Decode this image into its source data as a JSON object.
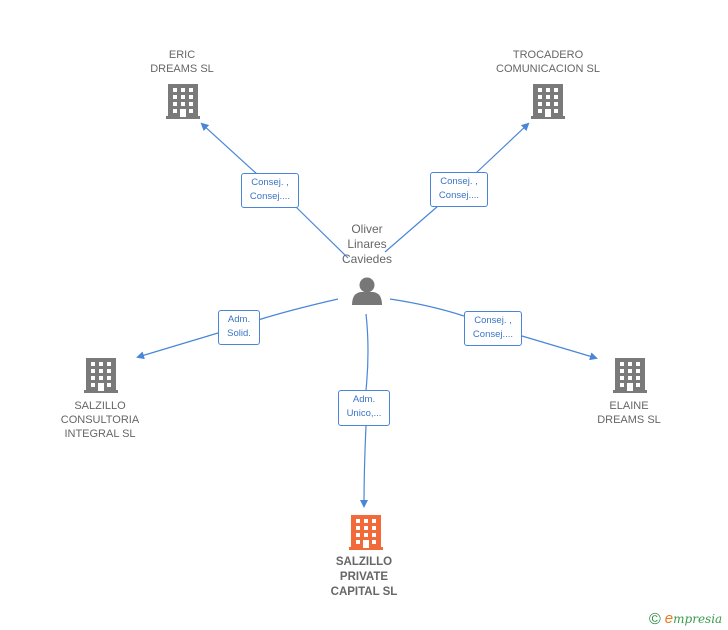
{
  "person": {
    "name_lines": [
      "Oliver",
      "Linares",
      "Caviedes"
    ]
  },
  "companies": [
    {
      "id": "eric",
      "lines": [
        "ERIC",
        "DREAMS  SL"
      ]
    },
    {
      "id": "trocadero",
      "lines": [
        "TROCADERO",
        "COMUNICACION SL"
      ]
    },
    {
      "id": "consultoria",
      "lines": [
        "SALZILLO",
        "CONSULTORIA",
        "INTEGRAL SL"
      ]
    },
    {
      "id": "elaine",
      "lines": [
        "ELAINE",
        "DREAMS  SL"
      ]
    },
    {
      "id": "private",
      "lines": [
        "SALZILLO",
        "PRIVATE",
        "CAPITAL  SL"
      ]
    }
  ],
  "edges": [
    {
      "to": "eric",
      "lines": [
        "Consej. ,",
        "Consej...."
      ]
    },
    {
      "to": "trocadero",
      "lines": [
        "Consej. ,",
        "Consej...."
      ]
    },
    {
      "to": "consultoria",
      "lines": [
        "Adm.",
        "Solid."
      ]
    },
    {
      "to": "elaine",
      "lines": [
        "Consej. ,",
        "Consej...."
      ]
    },
    {
      "to": "private",
      "lines": [
        "Adm.",
        "Unico,..."
      ]
    }
  ],
  "colors": {
    "edge": "#4a86d8",
    "building": "#7a7a7a",
    "building_target": "#f26a3a",
    "person": "#777777"
  },
  "icons": {
    "company": "building-icon",
    "person": "person-icon"
  },
  "brand": {
    "copyright": "©",
    "initial": "e",
    "rest": "mpresia"
  }
}
